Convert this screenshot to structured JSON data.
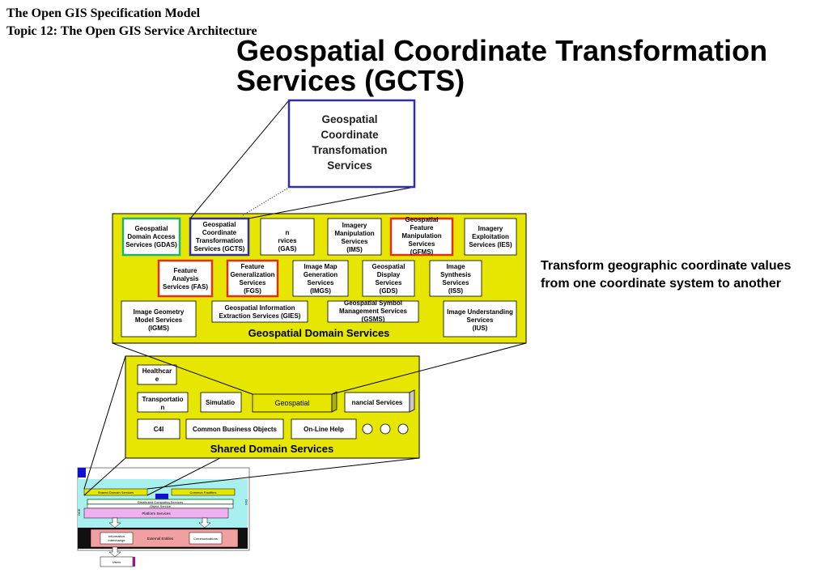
{
  "header": {
    "line1": "The Open GIS Specification Model",
    "line2": "Topic 12: The Open GIS Service Architecture"
  },
  "title": [
    "Geospatial Coordinate Transformation",
    "Services (GCTS)"
  ],
  "description": "Transform geographic coordinate values from one coordinate system to another",
  "zoom_box": [
    "Geospatial",
    "Coordinate",
    "Transfomation",
    "Services"
  ],
  "geospatial_domain": {
    "title": "Geospatial Domain Services",
    "boxes": [
      {
        "lines": [
          "Geospatial",
          "Domain Access",
          "Services (GDAS)"
        ]
      },
      {
        "lines": [
          "Geospatial",
          "Coordinate",
          "Transformation",
          "Services (GCTS)"
        ]
      },
      {
        "lines": [
          "n",
          "rvices",
          "(GAS)"
        ]
      },
      {
        "lines": [
          "Imagery",
          "Manipulation",
          "Services",
          "(IMS)"
        ]
      },
      {
        "lines": [
          "Geospatial",
          "Feature",
          "Manipulation",
          "Services",
          "(GFMS)"
        ]
      },
      {
        "lines": [
          "Imagery",
          "Exploitation",
          "Services (IES)"
        ]
      },
      {
        "lines": [
          "Feature",
          "Analysis",
          "Services (FAS)"
        ]
      },
      {
        "lines": [
          "Feature",
          "Generalization",
          "Services",
          "(FGS)"
        ]
      },
      {
        "lines": [
          "Image Map",
          "Generation",
          "Services",
          "(IMGS)"
        ]
      },
      {
        "lines": [
          "Geospatial",
          "Display",
          "Services",
          "(GDS)"
        ]
      },
      {
        "lines": [
          "Image",
          "Synthesis",
          "Services",
          "(ISS)"
        ]
      },
      {
        "lines": [
          "Image Geometry",
          "Model Services",
          "(IGMS)"
        ]
      },
      {
        "lines": [
          "Geospatial Information",
          "Extraction Services (GIES)"
        ]
      },
      {
        "lines": [
          "Geospatial Symbol",
          "Management Services",
          "(GSMS)"
        ]
      },
      {
        "lines": [
          "Image Understanding",
          "Services",
          "(IUS)"
        ]
      }
    ]
  },
  "shared_domain": {
    "title": "Shared Domain Services",
    "boxes": [
      {
        "lines": [
          "Healthcar",
          "e"
        ]
      },
      {
        "lines": [
          "Transportatio",
          "n"
        ]
      },
      {
        "lines": [
          "Simulatio"
        ]
      },
      {
        "lines": [
          "Geospatial"
        ]
      },
      {
        "lines": [
          "nancial Services"
        ]
      },
      {
        "lines": [
          "C4I"
        ]
      },
      {
        "lines": [
          "Common Business Objects"
        ]
      },
      {
        "lines": [
          "On-Line Help"
        ]
      }
    ]
  },
  "architecture": {
    "labels": {
      "shared": "Shared Domain Services",
      "facilities": "Common Facilities",
      "dcs": "Distributed Computing Services",
      "object": "Object Service",
      "platform": "Platform Services",
      "info": [
        "Information",
        "Interchange"
      ],
      "external": "External Entities",
      "comm": "Communications",
      "users": "Users"
    }
  },
  "colors": {
    "yellow": "#e6e600",
    "cyan": "#a8f0f0",
    "pink": "#f0b0f0",
    "salmon": "#f0a0a0",
    "red_border": "#e03010",
    "blue_border": "#3030a0",
    "teal_border": "#20b080"
  }
}
